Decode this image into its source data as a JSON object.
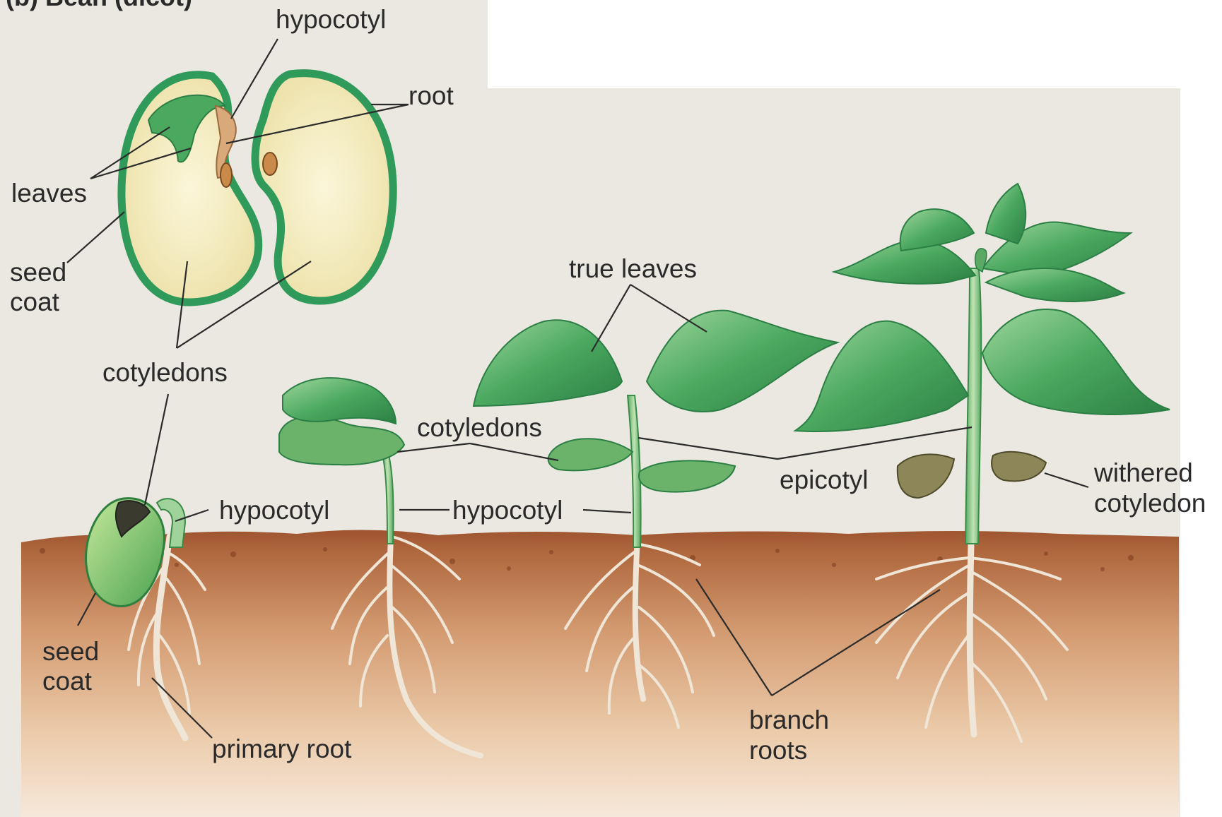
{
  "figure": {
    "title": "(b)  Bean (dicot)",
    "colors": {
      "paper": "#ebe7e1",
      "soil_dark": "#a9633a",
      "soil_light": "#e8c4a2",
      "leaf": "#3f9c56",
      "leaf_light": "#9fd39b",
      "seed_coat": "#2f9a5a",
      "cotyledon": "#f6efc4",
      "withered": "#8d8659",
      "root": "#efe6d8"
    },
    "icons": [
      "bean-seed",
      "seedling",
      "bean-plant",
      "soil"
    ]
  },
  "labels": {
    "seed_hypocotyl": "hypocotyl",
    "seed_root": "root",
    "seed_leaves": "leaves",
    "seed_coat_line1": "seed",
    "seed_coat_line2": "coat",
    "seed_cotyledons": "cotyledons",
    "germ_hypocotyl": "hypocotyl",
    "germ_seed_coat_line1": "seed",
    "germ_seed_coat_line2": "coat",
    "primary_root": "primary root",
    "cotyledons": "cotyledons",
    "hypocotyl": "hypocotyl",
    "true_leaves": "true leaves",
    "epicotyl": "epicotyl",
    "withered_line1": "withered",
    "withered_line2": "cotyledon",
    "branch_roots_line1": "branch",
    "branch_roots_line2": "roots"
  }
}
